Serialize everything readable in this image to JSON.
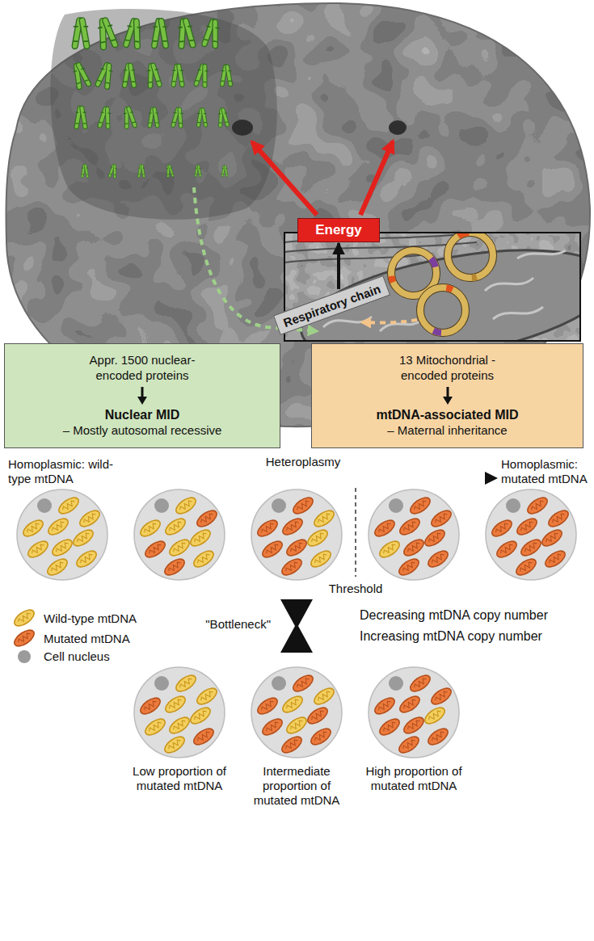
{
  "diagram": {
    "nodes": [
      {
        "text": [
          "Energy"
        ]
      },
      {
        "text": [
          "Respiratory chain"
        ]
      },
      {
        "text": [
          "Appr. 1500 nuclear-encoded proteins",
          "Nuclear MID",
          "– Mostly autosomal recessive"
        ]
      },
      {
        "text": [
          "13 Mitochondrial -encoded proteins",
          "mtDNA-associated MID",
          "– Maternal inheritance"
        ]
      }
    ],
    "edges": [
      {
        "from": 1,
        "to": 0,
        "arrow": "to"
      }
    ],
    "labels": [
      "Homoplasmic: wild-type mtDNA",
      "Heteroplasmy",
      "Homoplasmic: mutated mtDNA",
      "Threshold",
      "\"Bottleneck\"",
      "Decreasing mtDNA copy number",
      "Increasing mtDNA copy number",
      "Low proportion of mutated mtDNA",
      "Intermediate proportion of mutated mtDNA",
      "High proportion of mutated mtDNA"
    ],
    "legend": [
      {
        "text": "Wild-type mtDNA",
        "color": "#f3cf5e"
      },
      {
        "text": "Mutated mtDNA",
        "color": "#ec7a3d"
      },
      {
        "text": "Cell nucleus",
        "color": "#9b9b9b"
      }
    ]
  }
}
